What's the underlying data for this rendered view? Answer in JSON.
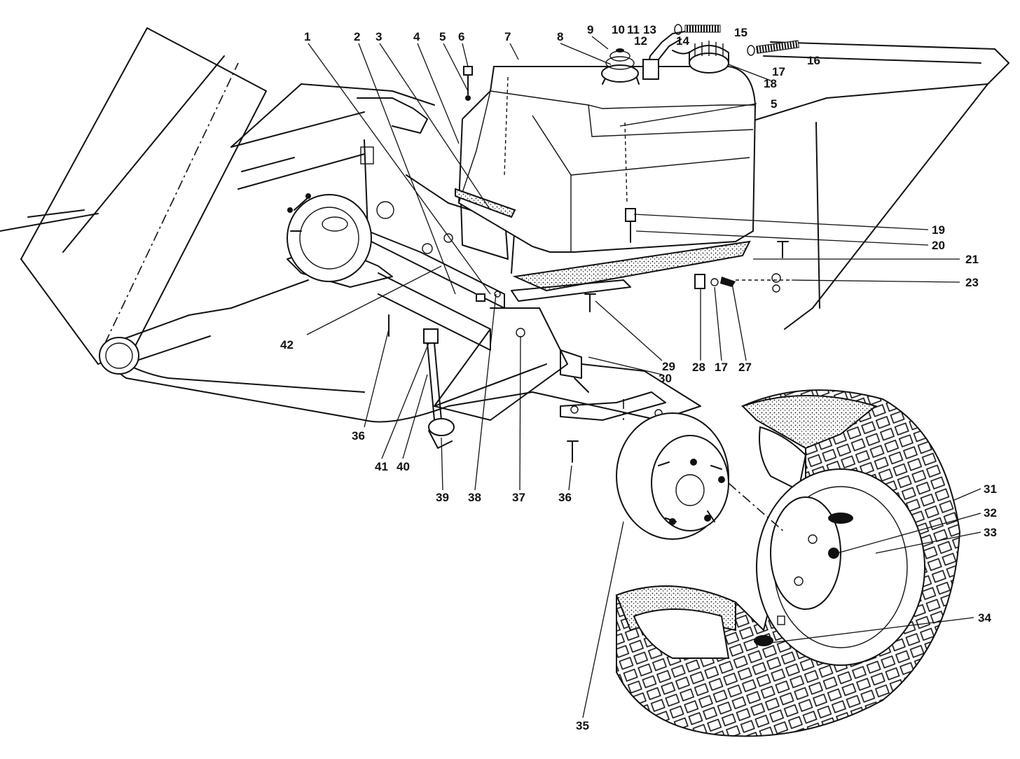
{
  "labels": {
    "p1": "1",
    "p2": "2",
    "p3": "3",
    "p4": "4",
    "p5a": "5",
    "p5b": "5",
    "p6": "6",
    "p7": "7",
    "p8": "8",
    "p9": "9",
    "p10": "10",
    "p11": "11",
    "p12": "12",
    "p13": "13",
    "p14": "14",
    "p15": "15",
    "p16": "16",
    "p17a": "17",
    "p17b": "17",
    "p18": "18",
    "p19": "19",
    "p20": "20",
    "p21": "21",
    "p23": "23",
    "p27": "27",
    "p28": "28",
    "p29": "29",
    "p30": "30",
    "p31": "31",
    "p32": "32",
    "p33": "33",
    "p34": "34",
    "p35": "35",
    "p36a": "36",
    "p36b": "36",
    "p37": "37",
    "p38": "38",
    "p39": "39",
    "p40": "40",
    "p41": "41",
    "p42": "42"
  },
  "colors": {
    "ink": "#111111",
    "paper": "#ffffff"
  }
}
